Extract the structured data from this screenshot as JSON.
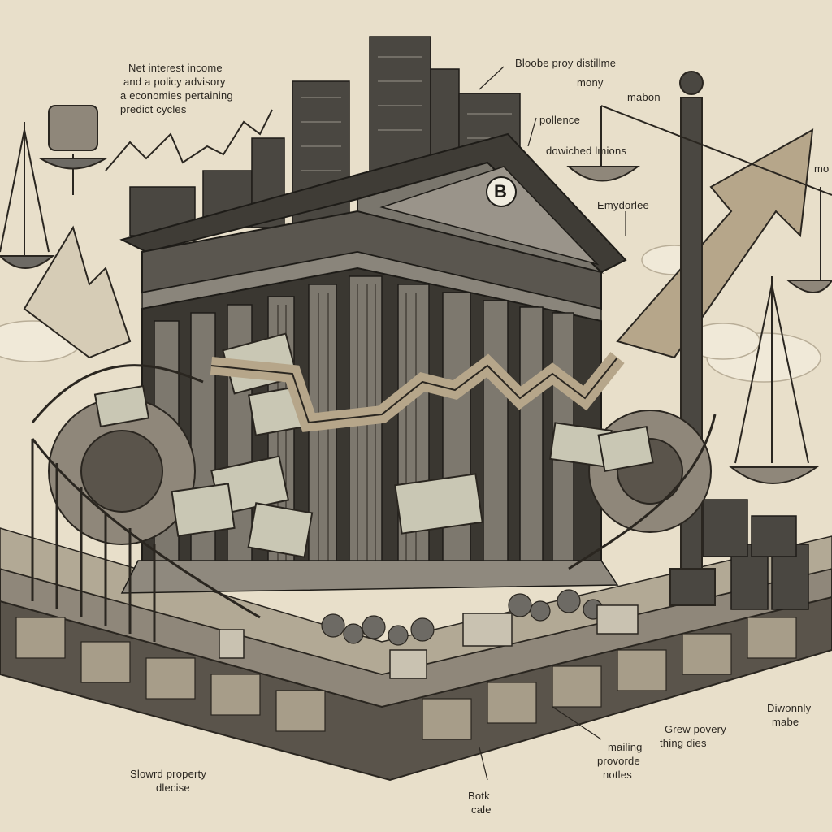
{
  "illustration": {
    "pediment_emblem": "B",
    "labels": {
      "top_left_1": "Net interest income",
      "top_left_2": "and a policy advisory",
      "top_left_3": "a economies pertaining",
      "top_left_4": "predict cycles",
      "top_right_1": "Bloobe proy distillme",
      "top_right_2": "mony",
      "top_right_3": "mabon",
      "mid_right_1": "pollence",
      "mid_right_2": "dowiched lmions",
      "mid_right_3": "Emydorlee",
      "far_right": "mo",
      "bottom_left_1": "Slowrd property",
      "bottom_left_2": "dlecise",
      "bottom_center_1": "Botk",
      "bottom_center_2": "cale",
      "bottom_mid_1": "mailing",
      "bottom_mid_2": "provorde",
      "bottom_mid_3": "notles",
      "bottom_right_1": "Grew povery",
      "bottom_right_2": "thing dies",
      "bottom_far_right_1": "Diwonnly",
      "bottom_far_right_2": "mabe"
    }
  },
  "colors": {
    "background": "#e8dfca",
    "ink": "#2a2620",
    "stone": "#6d6a64",
    "money": "#c9c7b4",
    "arrow": "#b6a68a"
  }
}
